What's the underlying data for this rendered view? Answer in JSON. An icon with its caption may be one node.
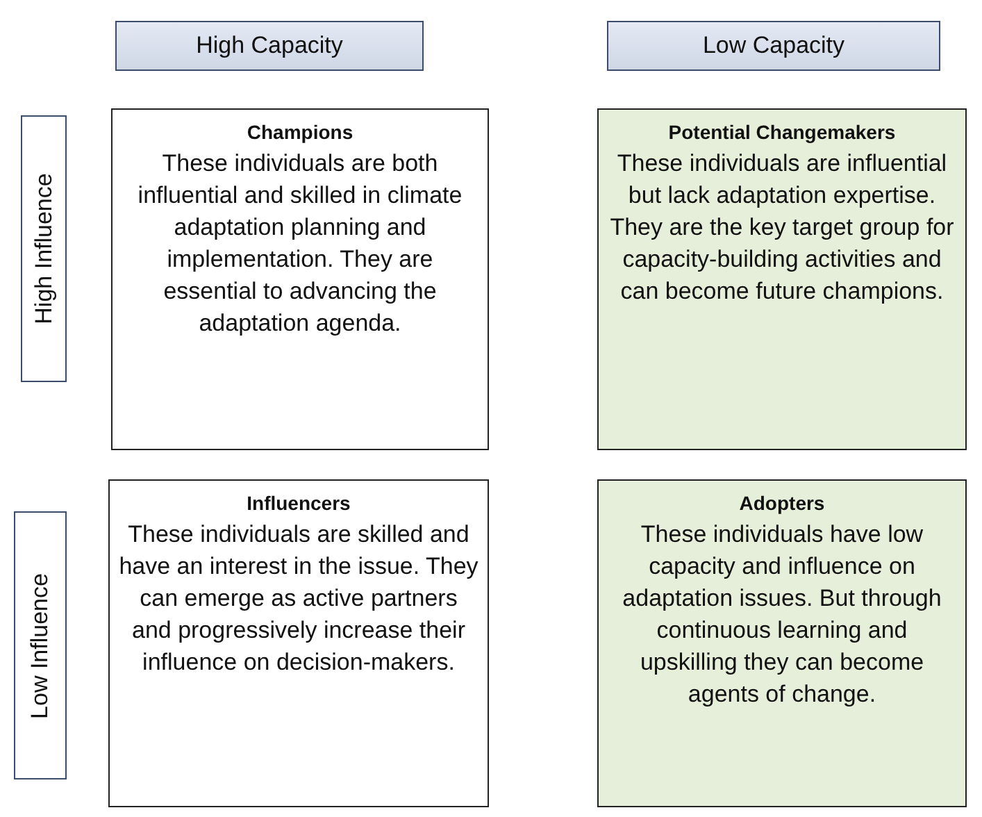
{
  "diagram": {
    "nodes": [
      {
        "text": [
          "High Capacity"
        ]
      },
      {
        "text": [
          "Low Capacity"
        ]
      },
      {
        "text": [
          "High Influence"
        ]
      },
      {
        "text": [
          "Champions",
          "These individuals are both influential and skilled in climate adaptation planning and implementation. They are essential to advancing the adaptation agenda."
        ]
      },
      {
        "text": [
          "Potential Changemakers",
          "These individuals are influential but lack adaptation expertise. They are the key target group for capacity-building activities and can become future champions."
        ]
      },
      {
        "text": [
          "Low Influence"
        ]
      },
      {
        "text": [
          "Influencers",
          "These individuals are skilled and have an interest in the issue. They can emerge as active partners and progressively increase their influence on decision-makers."
        ]
      },
      {
        "text": [
          "Adopters",
          "These individuals have low capacity and influence on adaptation issues. But through continuous learning and upskilling they can become agents of change."
        ]
      }
    ]
  }
}
